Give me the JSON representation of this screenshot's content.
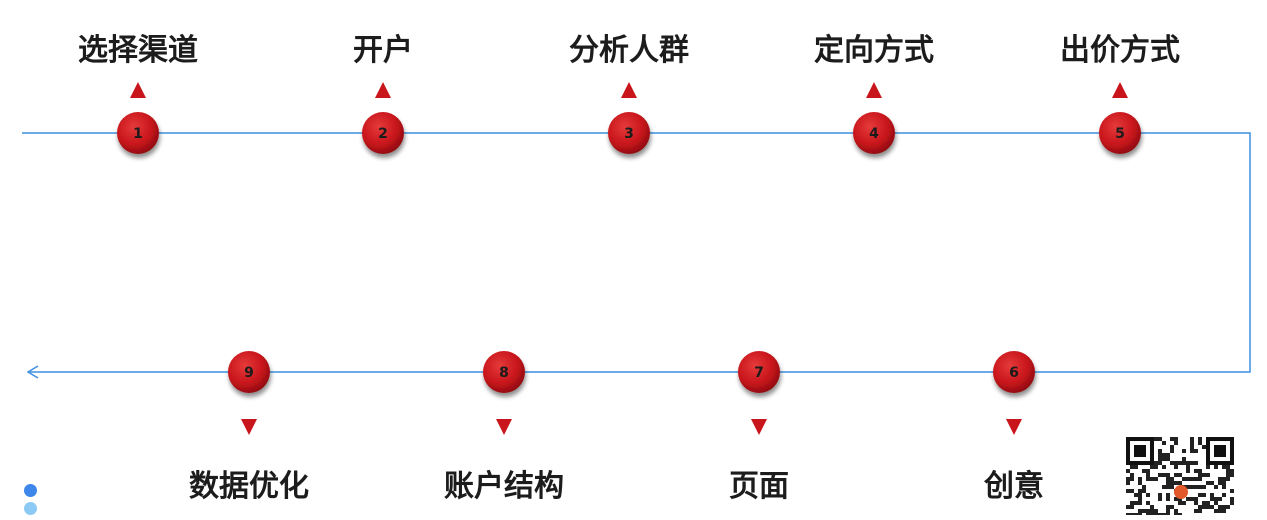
{
  "steps": [
    {
      "num": "1",
      "label": "选择渠道"
    },
    {
      "num": "2",
      "label": "开户"
    },
    {
      "num": "3",
      "label": "分析人群"
    },
    {
      "num": "4",
      "label": "定向方式"
    },
    {
      "num": "5",
      "label": "出价方式"
    },
    {
      "num": "6",
      "label": "创意"
    },
    {
      "num": "7",
      "label": "页面"
    },
    {
      "num": "8",
      "label": "账户结构"
    },
    {
      "num": "9",
      "label": "数据优化"
    }
  ],
  "colors": {
    "line": "#3d8fe0",
    "node": "#c8161c",
    "node_dark": "#8a0a0e",
    "arrow": "#c8161c",
    "dot_dark": "#3d86ea",
    "dot_light": "#8ccaf5"
  },
  "icons": {
    "qr": "qr-code-icon",
    "node_arrow_up": "triangle-up-icon",
    "node_arrow_down": "triangle-down-icon",
    "end_arrow": "arrowhead-left-icon"
  }
}
